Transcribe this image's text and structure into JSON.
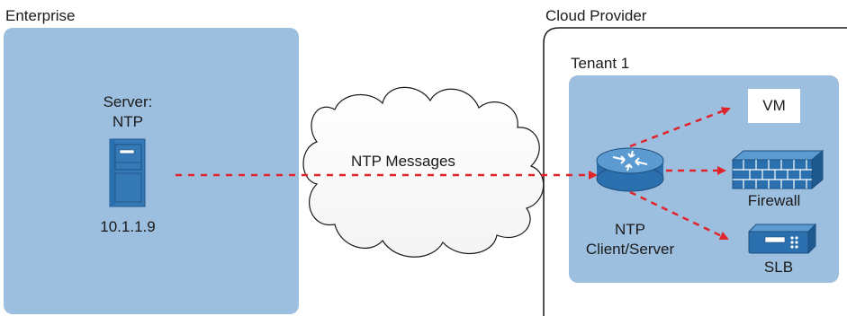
{
  "enterprise": {
    "title": "Enterprise",
    "server_label_line1": "Server:",
    "server_label_line2": "NTP",
    "server_ip": "10.1.1.9"
  },
  "cloud": {
    "message_label": "NTP Messages"
  },
  "cloud_provider": {
    "title": "Cloud Provider",
    "tenant_title": "Tenant 1",
    "router_label_line1": "NTP",
    "router_label_line2": "Client/Server",
    "vm_label": "VM",
    "firewall_label": "Firewall",
    "slb_label": "SLB"
  },
  "colors": {
    "enterprise_fill": "#9dbfdf",
    "tenant_fill": "#9dbfdf",
    "arrow": "#e0242b",
    "device_blue": "#2a6fae",
    "provider_border": "#1a1a1a"
  }
}
